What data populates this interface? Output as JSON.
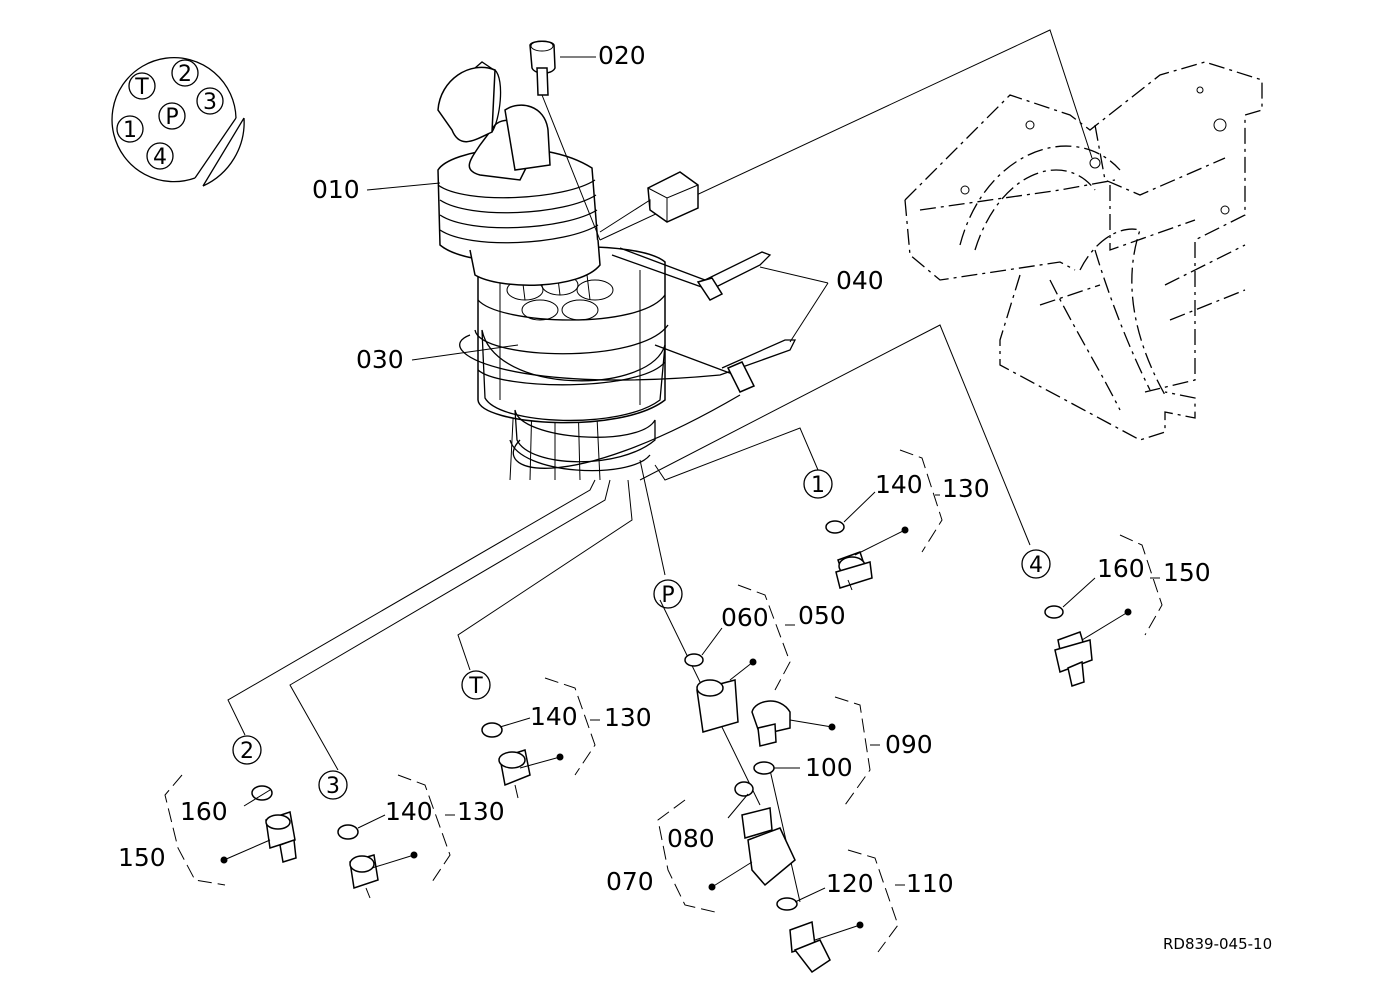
{
  "connector_ports": {
    "T": "T",
    "p2": "2",
    "p3": "3",
    "P": "P",
    "p1": "1",
    "p4": "4"
  },
  "callouts": {
    "p1": "1",
    "p4": "4",
    "P": "P",
    "T": "T",
    "p2": "2",
    "p3": "3"
  },
  "labels": {
    "l020": "020",
    "l010": "010",
    "l040": "040",
    "l030": "030",
    "l140a": "140",
    "l130a": "130",
    "l160a": "160",
    "l150a": "150",
    "l060": "060",
    "l050": "050",
    "l140b": "140",
    "l130b": "130",
    "l090": "090",
    "l100": "100",
    "l160b": "160",
    "l150b": "150",
    "l140c": "140",
    "l130c": "130",
    "l080": "080",
    "l070": "070",
    "l120": "120",
    "l110": "110"
  },
  "drawing_ref": "RD839-045-10",
  "colors": {
    "ink": "#000000",
    "paper": "#ffffff"
  }
}
